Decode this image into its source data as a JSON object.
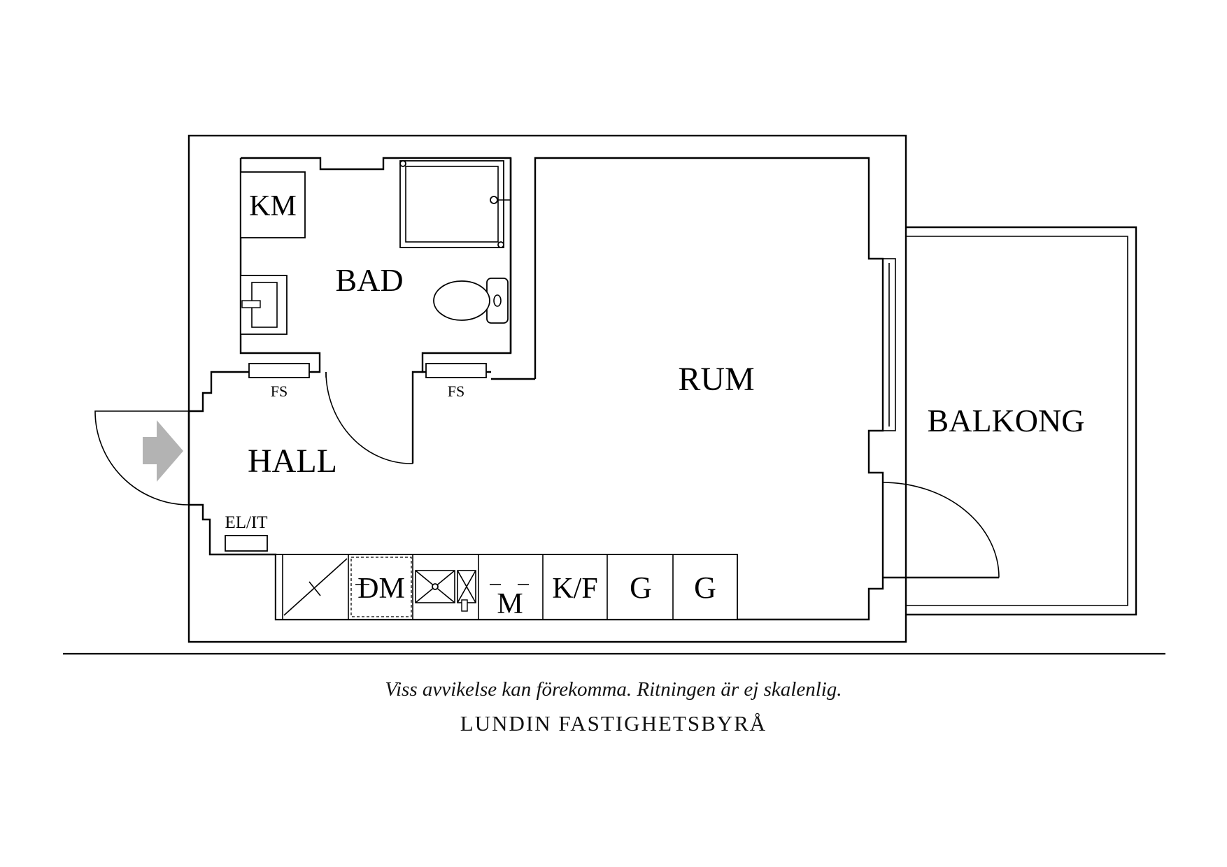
{
  "rooms": {
    "bad": "BAD",
    "rum": "RUM",
    "hall": "HALL",
    "balkong": "BALKONG"
  },
  "fixtures": {
    "km": "KM",
    "fs_left": "FS",
    "fs_right": "FS",
    "el_it": "EL/IT",
    "dm": "DM",
    "m": "M",
    "kf": "K/F",
    "g1": "G",
    "g2": "G"
  },
  "entrance_arrow_color": "#b3b3b3",
  "footer": {
    "disclaimer": "Viss avvikelse kan förekomma. Ritningen är ej skalenlig.",
    "company": "LUNDIN FASTIGHETSBYRÅ"
  }
}
